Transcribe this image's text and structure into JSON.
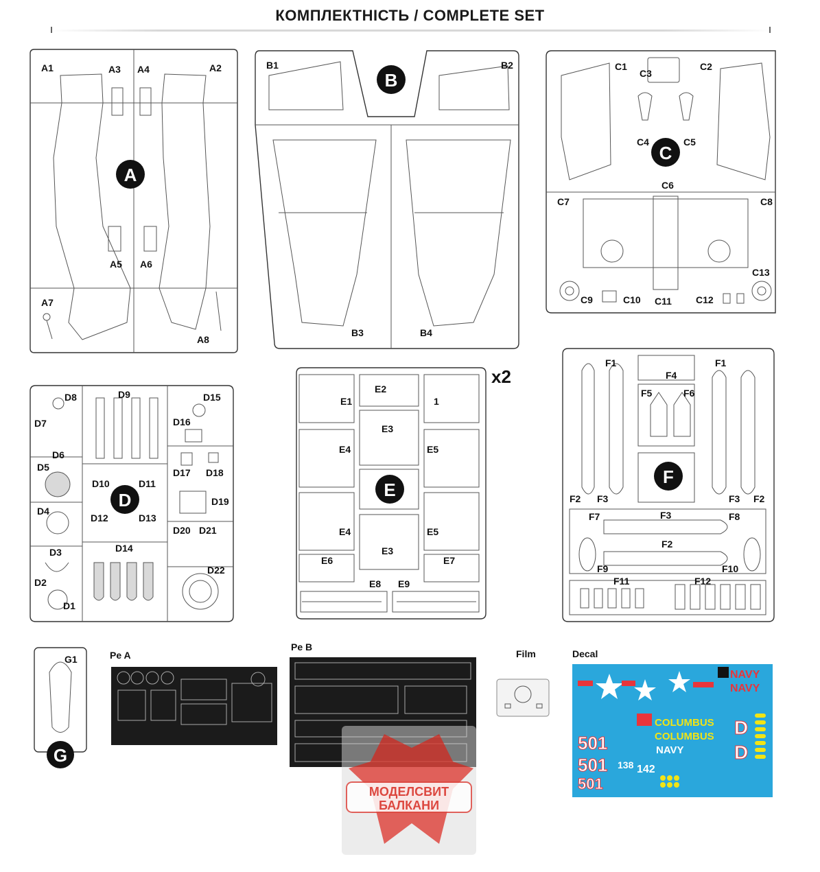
{
  "title": "КОМПЛЕКТНІСТЬ / COMPLETE SET",
  "sprues": {
    "A": {
      "letter": "A",
      "parts": [
        "A1",
        "A2",
        "A3",
        "A4",
        "A5",
        "A6",
        "A7",
        "A8"
      ]
    },
    "B": {
      "letter": "B",
      "parts": [
        "B1",
        "B2",
        "B3",
        "B4"
      ]
    },
    "C": {
      "letter": "C",
      "parts": [
        "C1",
        "C2",
        "C3",
        "C4",
        "C5",
        "C6",
        "C7",
        "C8",
        "C9",
        "C10",
        "C11",
        "C12",
        "C13"
      ]
    },
    "D": {
      "letter": "D",
      "parts": [
        "D1",
        "D2",
        "D3",
        "D4",
        "D5",
        "D6",
        "D7",
        "D8",
        "D9",
        "D10",
        "D11",
        "D12",
        "D13",
        "D14",
        "D15",
        "D16",
        "D17",
        "D18",
        "D19",
        "D20",
        "D21",
        "D22"
      ]
    },
    "E": {
      "letter": "E",
      "multiplier": "x2",
      "parts": [
        "E1",
        "E2",
        "1",
        "E3",
        "E4",
        "E5",
        "E4",
        "E5",
        "E3",
        "E6",
        "E7",
        "E8",
        "E9"
      ]
    },
    "F": {
      "letter": "F",
      "parts": [
        "F1",
        "F4",
        "F1",
        "F5",
        "F6",
        "F2",
        "F3",
        "F3",
        "F2",
        "F7",
        "F3",
        "F8",
        "F2",
        "F9",
        "F10",
        "F11",
        "F12"
      ]
    },
    "G": {
      "letter": "G",
      "parts": [
        "G1"
      ]
    }
  },
  "extras": {
    "pe_a": "Pe A",
    "pe_b": "Pe B",
    "film": "Film",
    "decal": "Decal"
  },
  "decal_text": {
    "navy": "NAVY",
    "columbus": "COLUMBUS",
    "n501": "501",
    "n138": "138",
    "n142": "142",
    "d": "D"
  },
  "watermark": {
    "line1": "МОДЕЛСВИТ",
    "line2": "БАЛКАНИ"
  },
  "colors": {
    "decal_bg": "#2aa7dc",
    "decal_red": "#e8353b",
    "decal_yellow": "#f2e415",
    "watermark": "#d9342b"
  }
}
